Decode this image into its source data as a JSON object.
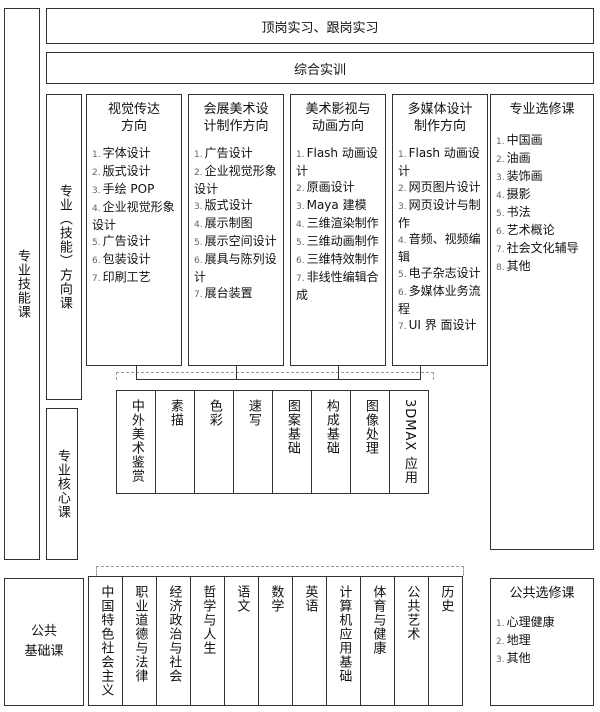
{
  "top_bar": "顶岗实习、跟岗实习",
  "integrated": "综合实训",
  "left_outer": "专业技能课",
  "direction_label": "专业（技能）方向课",
  "core_label": "专业核心课",
  "public_label": "公共\n基础课",
  "directions": [
    {
      "title": "视觉传达\n方向",
      "items": [
        "字体设计",
        "版式设计",
        "手绘 POP",
        "企业视觉形象设计",
        "广告设计",
        "包装设计",
        "印刷工艺"
      ]
    },
    {
      "title": "会展美术设\n计制作方向",
      "items": [
        "广告设计",
        "企业视觉形象设计",
        "版式设计",
        "展示制图",
        "展示空间设计",
        "展具与陈列设计",
        "展台装置"
      ]
    },
    {
      "title": "美术影视与\n动画方向",
      "items": [
        "Flash 动画设计",
        "原画设计",
        "Maya 建模",
        "三维渲染制作",
        "三维动画制作",
        "三维特效制作",
        "非线性编辑合成"
      ]
    },
    {
      "title": "多媒体设计\n制作方向",
      "items": [
        "Flash 动画设计",
        "网页图片设计",
        "网页设计与制作",
        "音频、视频编辑",
        "电子杂志设计",
        "多媒体业务流程",
        "UI 界 面设计"
      ]
    }
  ],
  "elective_major": {
    "title": "专业选修课",
    "items": [
      "中国画",
      "油画",
      "装饰画",
      "摄影",
      "书法",
      "艺术概论",
      "社会文化辅导",
      "其他"
    ]
  },
  "core_courses": [
    "中外美术鉴赏",
    "素描",
    "色彩",
    "速写",
    "图案基础",
    "构成基础",
    "图像处理",
    "3DMAX 应用"
  ],
  "public_courses": [
    "中国特色社会主义",
    "职业道德与法律",
    "经济政治与社会",
    "哲学与人生",
    "语文",
    "数学",
    "英语",
    "计算机应用基础",
    "体育与健康",
    "公共艺术",
    "历史"
  ],
  "elective_public": {
    "title": "公共选修课",
    "items": [
      "心理健康",
      "地理",
      "其他"
    ]
  }
}
